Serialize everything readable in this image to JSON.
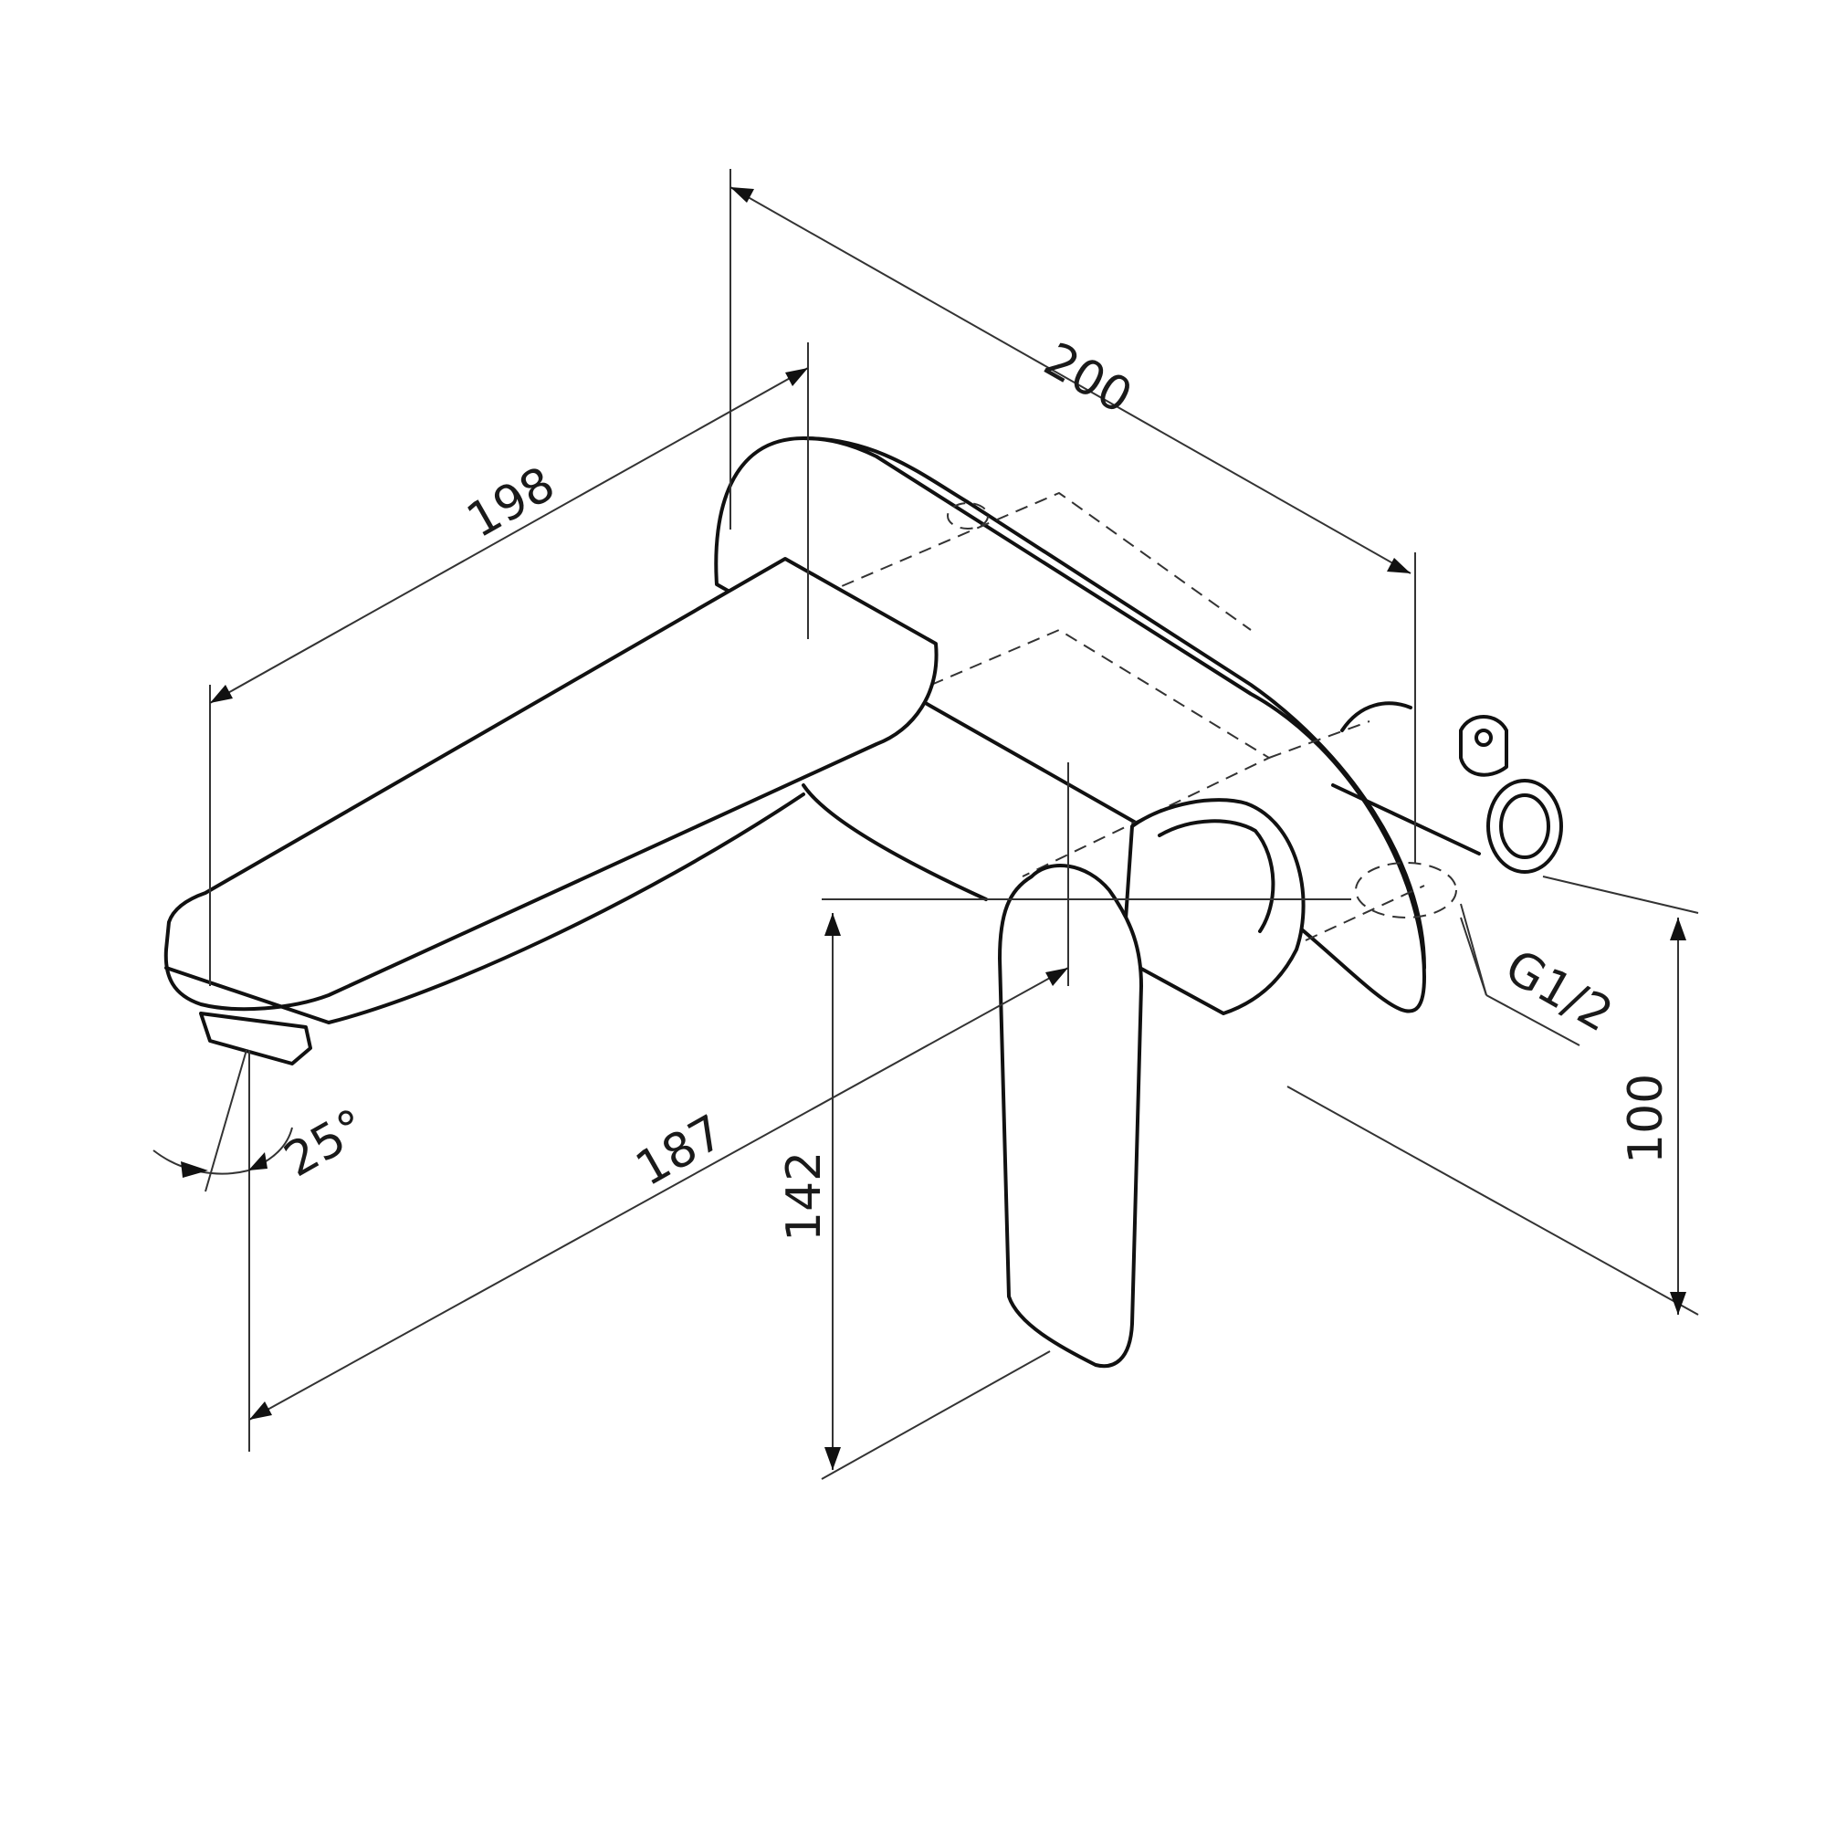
{
  "drawing": {
    "subject": "Wall-mounted single-lever basin mixer with spout — dimension drawing",
    "dimensions": {
      "overall_depth": "200",
      "spout_length": "198",
      "spout_to_lever_projection": "187",
      "spout_swivel_angle": "25°",
      "spout_height_to_lever": "142",
      "outlet_to_axis": "100",
      "thread_size": "G1/2"
    },
    "colors": {
      "line": "#111111",
      "dimension_line": "#333333",
      "background": "#ffffff"
    }
  }
}
